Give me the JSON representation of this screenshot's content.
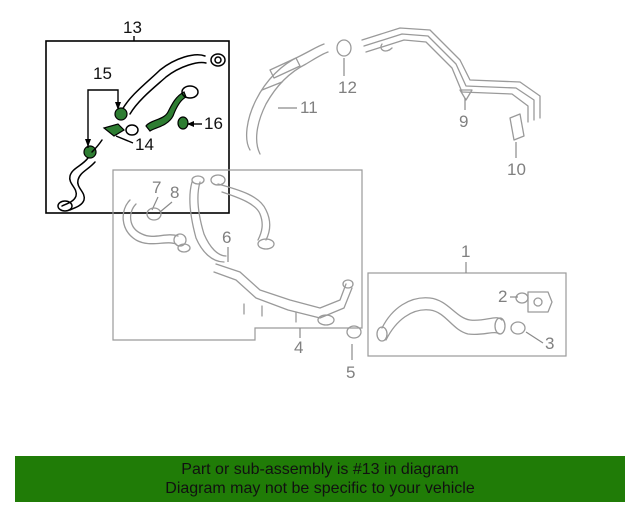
{
  "callouts": {
    "c1": "1",
    "c2": "2",
    "c3": "3",
    "c4": "4",
    "c5": "5",
    "c6": "6",
    "c7": "7",
    "c8": "8",
    "c9": "9",
    "c10": "10",
    "c11": "11",
    "c12": "12",
    "c13": "13",
    "c14": "14",
    "c15": "15",
    "c16": "16"
  },
  "banner": {
    "line1": "Part or sub-assembly is #13 in diagram",
    "line2": "Diagram may not be specific to your vehicle",
    "color": "#207c07"
  },
  "colors": {
    "highlight": "#2e7d32",
    "line_grey": "#9a9a9a"
  }
}
